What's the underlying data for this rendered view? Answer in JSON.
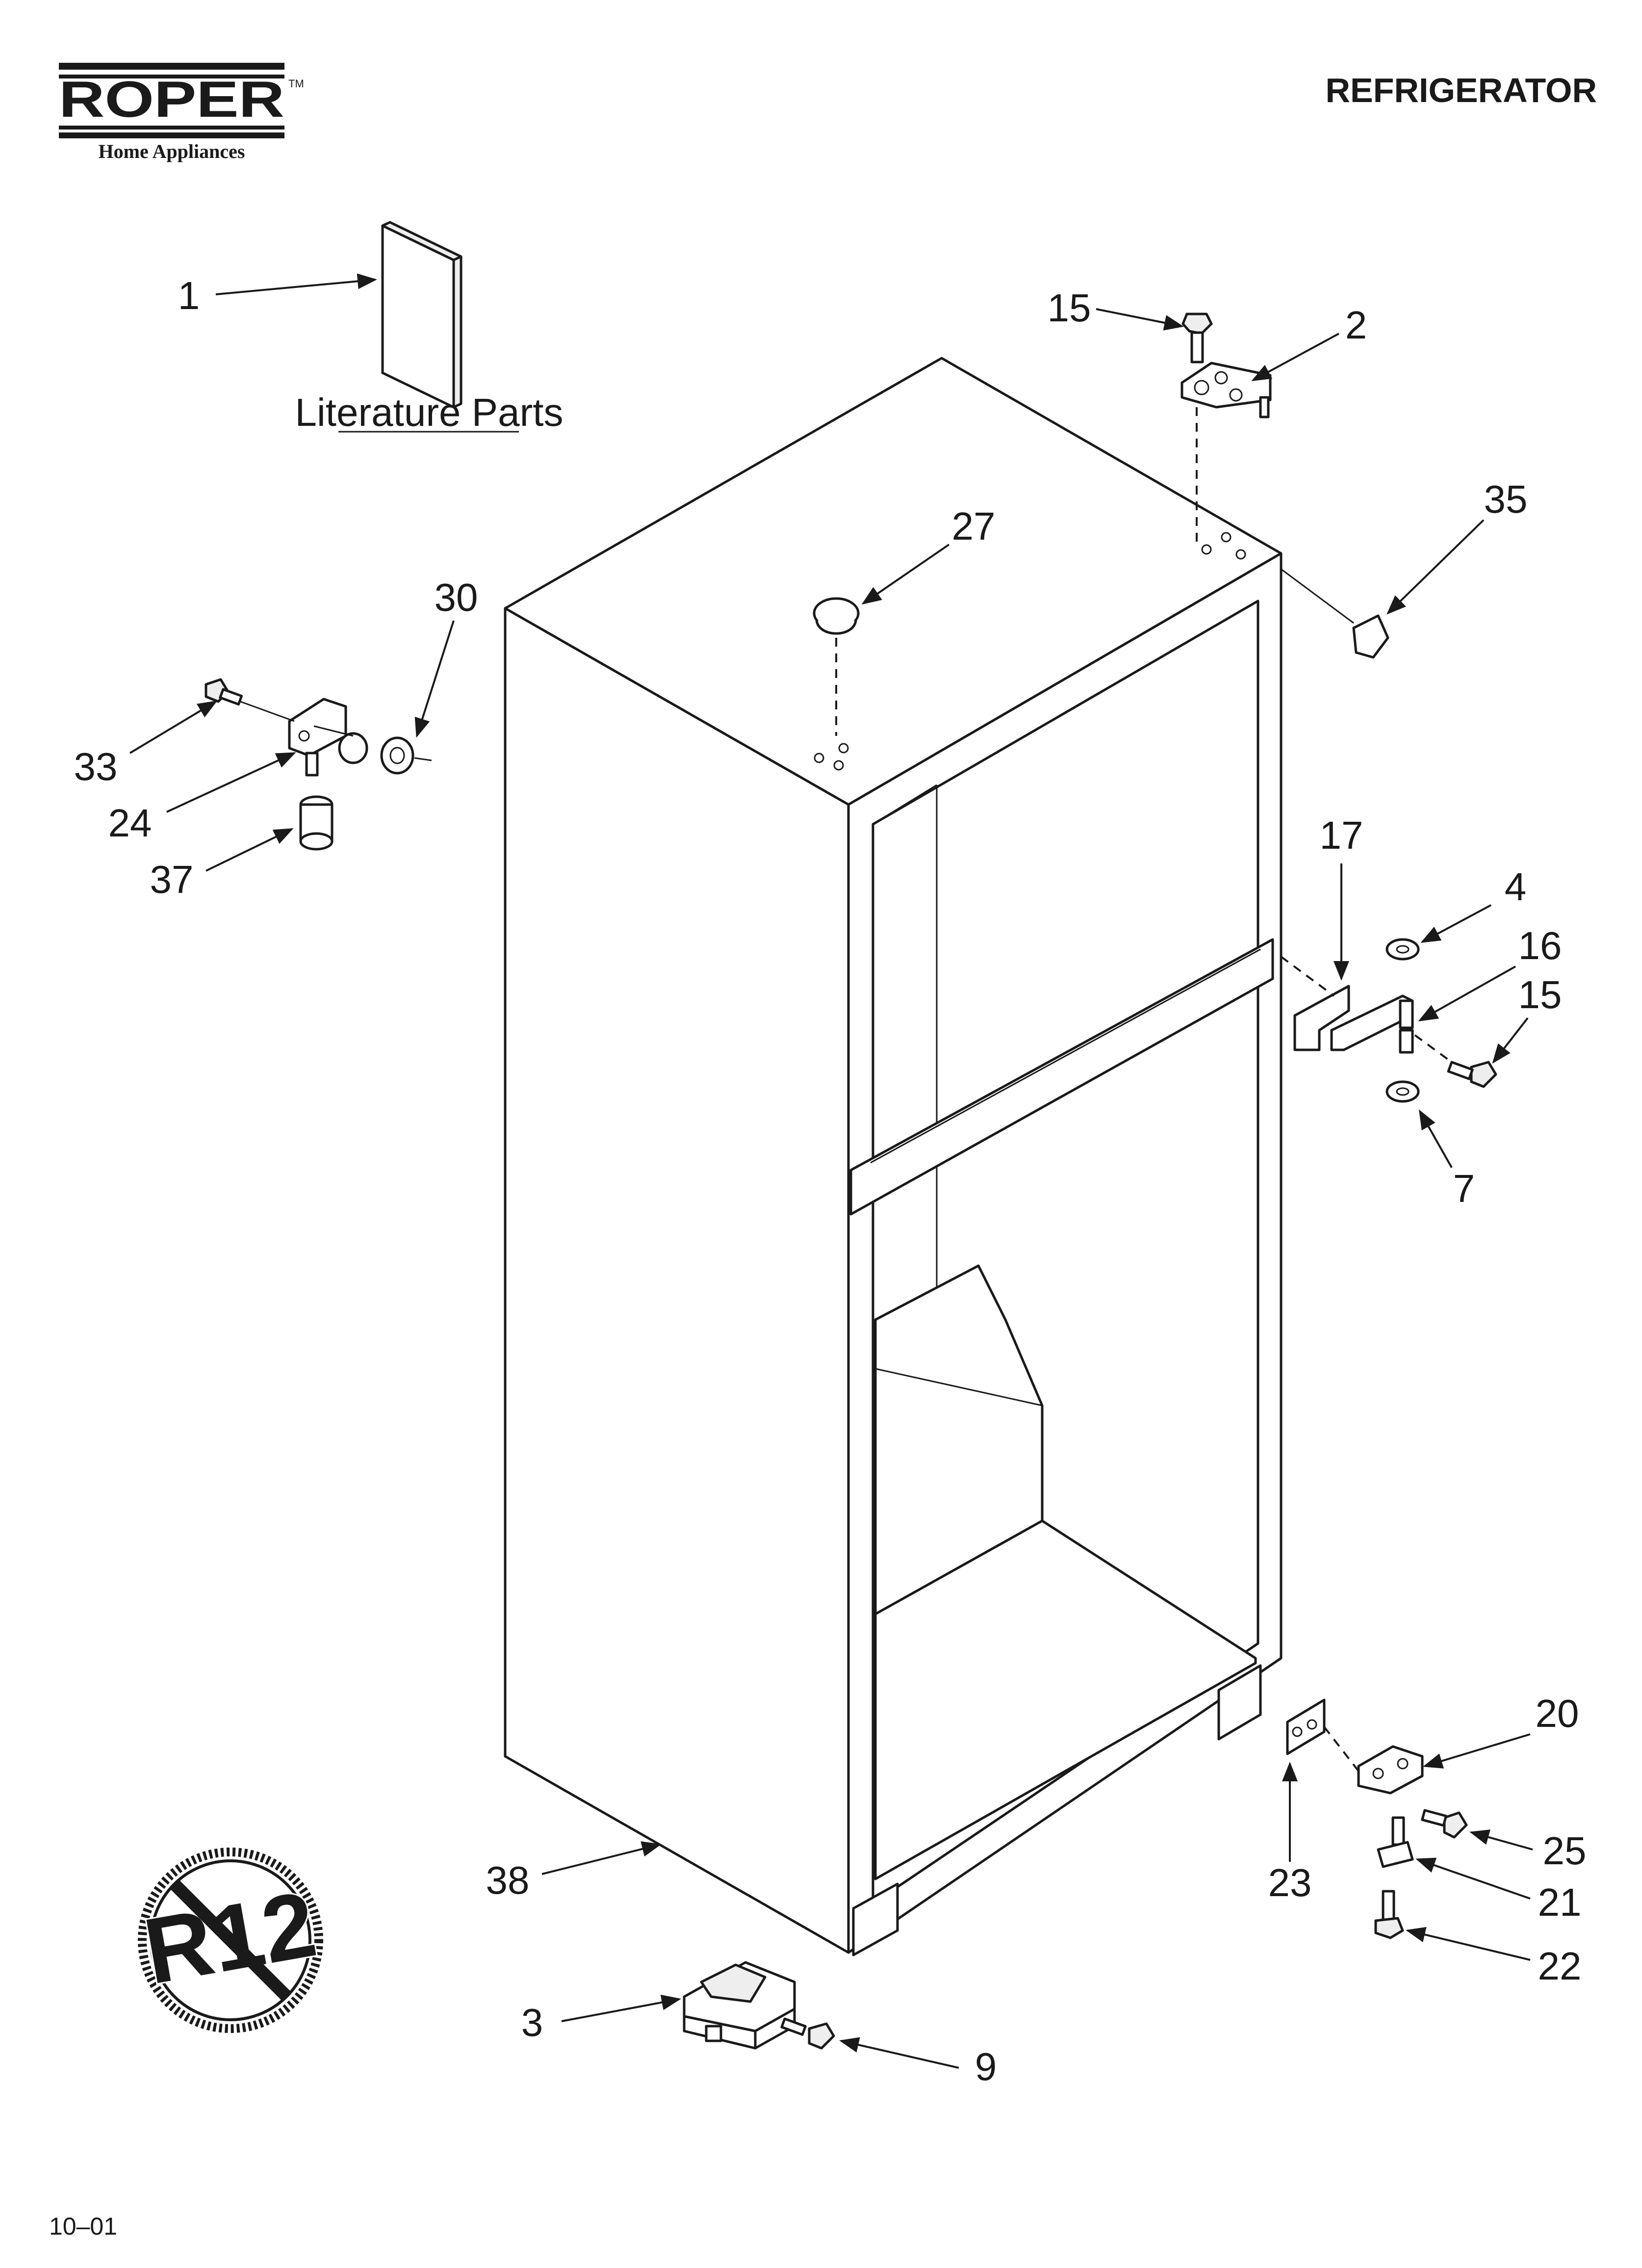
{
  "header": {
    "brand_name": "ROPER",
    "brand_tm": "TM",
    "brand_tagline": "Home Appliances",
    "title": "REFRIGERATOR"
  },
  "literature": {
    "label": "Literature Parts"
  },
  "callouts": [
    "1",
    "15",
    "2",
    "27",
    "35",
    "30",
    "33",
    "24",
    "37",
    "17",
    "4",
    "16",
    "15",
    "7",
    "20",
    "25",
    "21",
    "22",
    "23",
    "38",
    "3",
    "9"
  ],
  "symbol": {
    "text": "R12",
    "meaning": "no-R12-refrigerant-symbol"
  },
  "footer": {
    "code": "10–01"
  },
  "colors": {
    "ink": "#1a1a1a",
    "paper": "#ffffff"
  }
}
